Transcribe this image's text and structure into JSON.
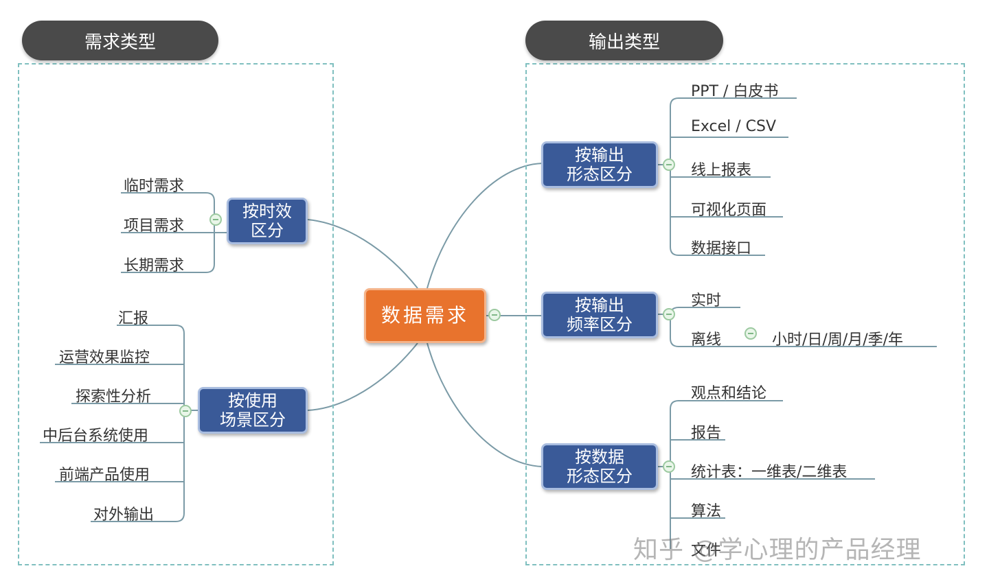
{
  "headers": {
    "left": "需求类型",
    "right": "输出类型"
  },
  "center": "数据需求",
  "left_branches": {
    "timeliness": {
      "label": "按时效\n区分",
      "items": [
        "临时需求",
        "项目需求",
        "长期需求"
      ]
    },
    "scenario": {
      "label": "按使用\n场景区分",
      "items": [
        "汇报",
        "运营效果监控",
        "探索性分析",
        "中后台系统使用",
        "前端产品使用",
        "对外输出"
      ]
    }
  },
  "right_branches": {
    "form": {
      "label": "按输出\n形态区分",
      "items": [
        "PPT / 白皮书",
        "Excel / CSV",
        "线上报表",
        "可视化页面",
        "数据接口"
      ]
    },
    "frequency": {
      "label": "按输出\n频率区分",
      "items": [
        "实时",
        "离线"
      ],
      "offline_detail": "小时/日/周/月/季/年"
    },
    "data_form": {
      "label": "按数据\n形态区分",
      "items": [
        "观点和结论",
        "报告",
        "统计表：一维表/二维表",
        "算法",
        "文件"
      ]
    }
  },
  "watermark": "知乎 @学心理的产品经理",
  "colors": {
    "center": "#e8732d",
    "node": "#3a5a98",
    "pill": "#4a4a4a",
    "line": "#7a9aa6",
    "dash": "#7fbfbf"
  }
}
